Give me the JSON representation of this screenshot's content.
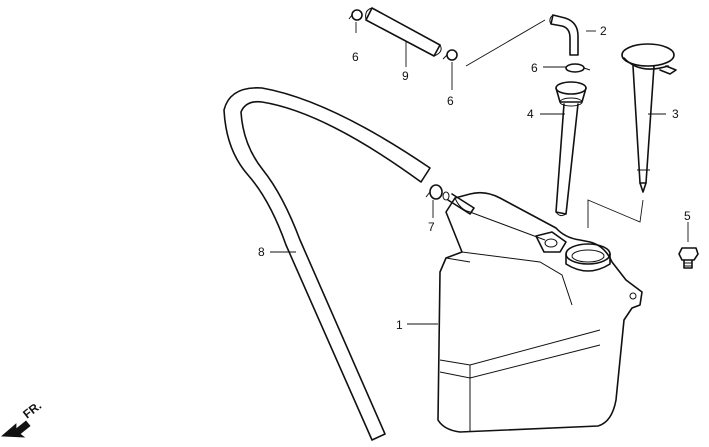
{
  "callouts": {
    "c1": "1",
    "c2": "2",
    "c3": "3",
    "c4": "4",
    "c5": "5",
    "c6a": "6",
    "c6b": "6",
    "c6c": "6",
    "c7": "7",
    "c8": "8",
    "c9": "9"
  },
  "direction_label": "FR."
}
